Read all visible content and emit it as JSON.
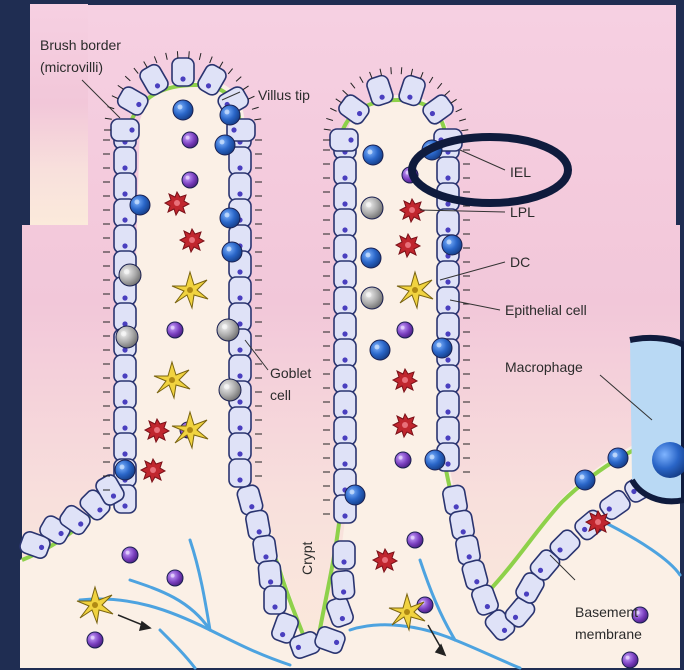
{
  "labels": {
    "brush_border": "Brush border",
    "microvilli": "(microvilli)",
    "villus_tip": "Villus tip",
    "iel": "IEL",
    "lpl": "LPL",
    "dc": "DC",
    "epithelial_cell": "Epithelial cell",
    "macrophage": "Macrophage",
    "goblet": "Goblet",
    "cell": "cell",
    "crypt": "Crypt",
    "basement": "Basement",
    "membrane": "membrane"
  },
  "colors": {
    "frame": "#1f2d52",
    "background_top": "#f3c9dc",
    "background_bottom": "#fbe9d8",
    "cell_fill": "#dfe2f7",
    "cell_stroke": "#2a3470",
    "basement_membrane": "#8ed14a",
    "lamina": "#fbf0e6",
    "iel": "#2a66c8",
    "lpl": "#7a3fbf",
    "dc": "#e7c83a",
    "goblet": "#a8a8a8",
    "macrophage": "#c0262e",
    "vessel": "#4da3e0",
    "highlight": "#0f1b3d"
  },
  "icons": [
    "dendritic-cell-icon",
    "macrophage-icon",
    "goblet-cell-icon",
    "iel-cell-icon",
    "lpl-cell-icon"
  ]
}
